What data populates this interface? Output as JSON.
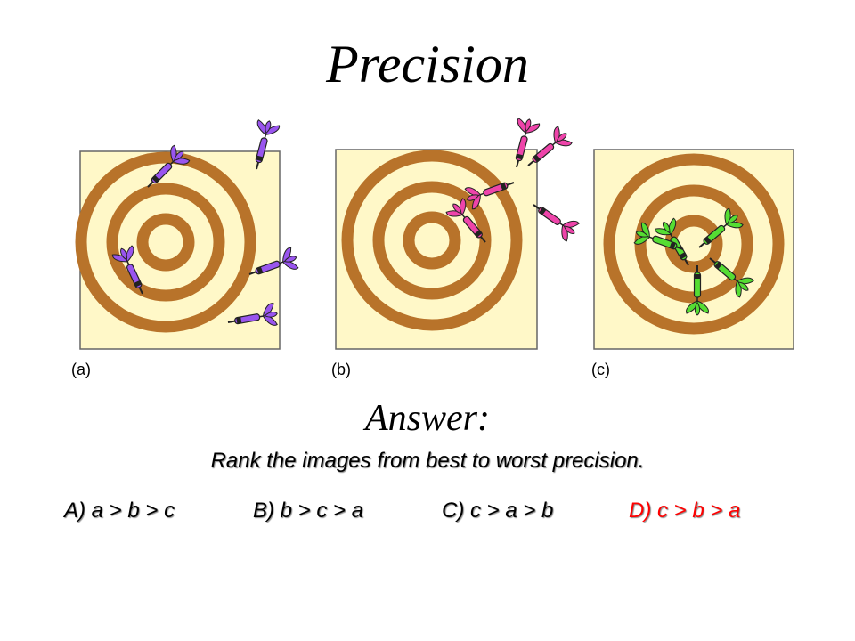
{
  "title": "Precision",
  "captions": [
    "(a)",
    "(b)",
    "(c)"
  ],
  "answer_label": "Answer:",
  "question": "Rank the images from best to worst precision.",
  "options": [
    {
      "label": "A) a > b > c",
      "color": "#000000"
    },
    {
      "label": "B) b > c > a",
      "color": "#000000"
    },
    {
      "label": "C) c > a > b",
      "color": "#000000"
    },
    {
      "label": "D) c > b > a",
      "color": "#ff0000"
    }
  ],
  "colors": {
    "board_fill": "#fff8c8",
    "ring": "#b8732a",
    "dart_a": "#9955ee",
    "dart_b": "#ee44aa",
    "dart_c": "#55dd33"
  }
}
